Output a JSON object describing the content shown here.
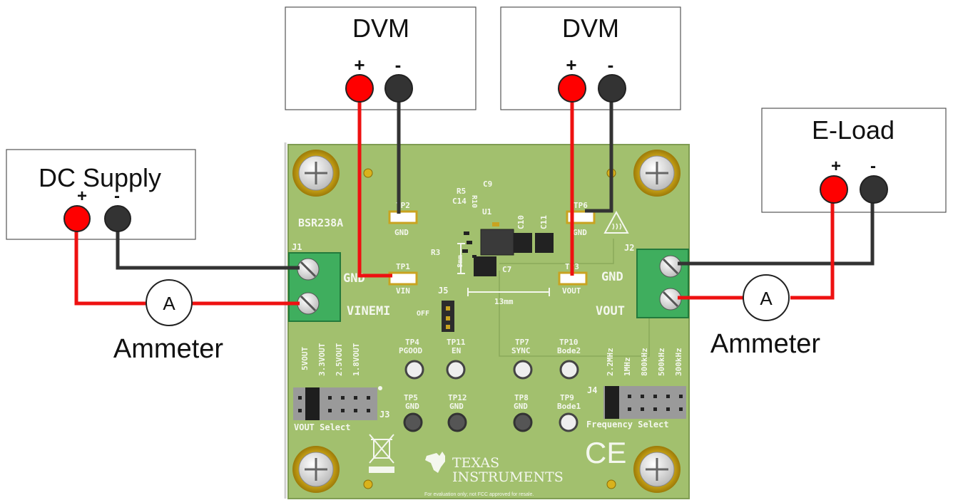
{
  "instruments": {
    "dvm1": {
      "label": "DVM",
      "plus": "+",
      "minus": "-"
    },
    "dvm2": {
      "label": "DVM",
      "plus": "+",
      "minus": "-"
    },
    "dc_supply": {
      "label": "DC Supply",
      "plus": "+",
      "minus": "-"
    },
    "eload": {
      "label": "E-Load",
      "plus": "+",
      "minus": "-"
    },
    "ammeter_left": {
      "symbol": "A",
      "label": "Ammeter"
    },
    "ammeter_right": {
      "symbol": "A",
      "label": "Ammeter"
    }
  },
  "board": {
    "part": "BSR238A",
    "connectors": {
      "j1": "J1",
      "j2": "J2",
      "j3": "J3",
      "j4": "J4",
      "j5": "J5"
    },
    "j1_labels": {
      "gnd": "GND",
      "vin": "VINEMI"
    },
    "j2_labels": {
      "gnd": "GND",
      "vout": "VOUT"
    },
    "test_points": {
      "tp1": {
        "name": "TP1",
        "sub": "VIN"
      },
      "tp2": {
        "name": "TP2",
        "sub": "GND"
      },
      "tp3": {
        "name": "TP3",
        "sub": "VOUT"
      },
      "tp6": {
        "name": "TP6",
        "sub": "GND"
      },
      "tp4": {
        "name": "TP4",
        "sub": "PGOOD"
      },
      "tp11": {
        "name": "TP11",
        "sub": "EN"
      },
      "tp7": {
        "name": "TP7",
        "sub": "SYNC"
      },
      "tp10": {
        "name": "TP10",
        "sub": "Bode2"
      },
      "tp5": {
        "name": "TP5",
        "sub": "GND"
      },
      "tp12": {
        "name": "TP12",
        "sub": "GND"
      },
      "tp8": {
        "name": "TP8",
        "sub": "GND"
      },
      "tp9": {
        "name": "TP9",
        "sub": "Bode1"
      }
    },
    "components": {
      "c9": "C9",
      "r5": "R5",
      "r10": "R10",
      "c14": "C14",
      "u1": "U1",
      "c10": "C10",
      "c11": "C11",
      "r3": "R3",
      "c7": "C7"
    },
    "dims": {
      "height": "8mm",
      "width": "13mm"
    },
    "j5_off": "OFF",
    "vout_options": [
      "5VOUT",
      "3.3VOUT",
      "2.5VOUT",
      "1.8VOUT"
    ],
    "vout_select": "VOUT Select",
    "freq_options": [
      "2.2MHz",
      "1MHz",
      "800kHz",
      "500kHz",
      "300kHz"
    ],
    "freq_select": "Frequency Select",
    "logo_line1": "Texas",
    "logo_line2": "Instruments",
    "ce_mark": "CE",
    "disclaimer": "For evaluation only; not FCC approved for resale."
  },
  "colors": {
    "wire_red": "#ee1111",
    "wire_black": "#333333",
    "terminal_red": "#ff0000",
    "terminal_black": "#333333",
    "pcb_green": "#a2c06e",
    "connector_green": "#3fae5e"
  }
}
